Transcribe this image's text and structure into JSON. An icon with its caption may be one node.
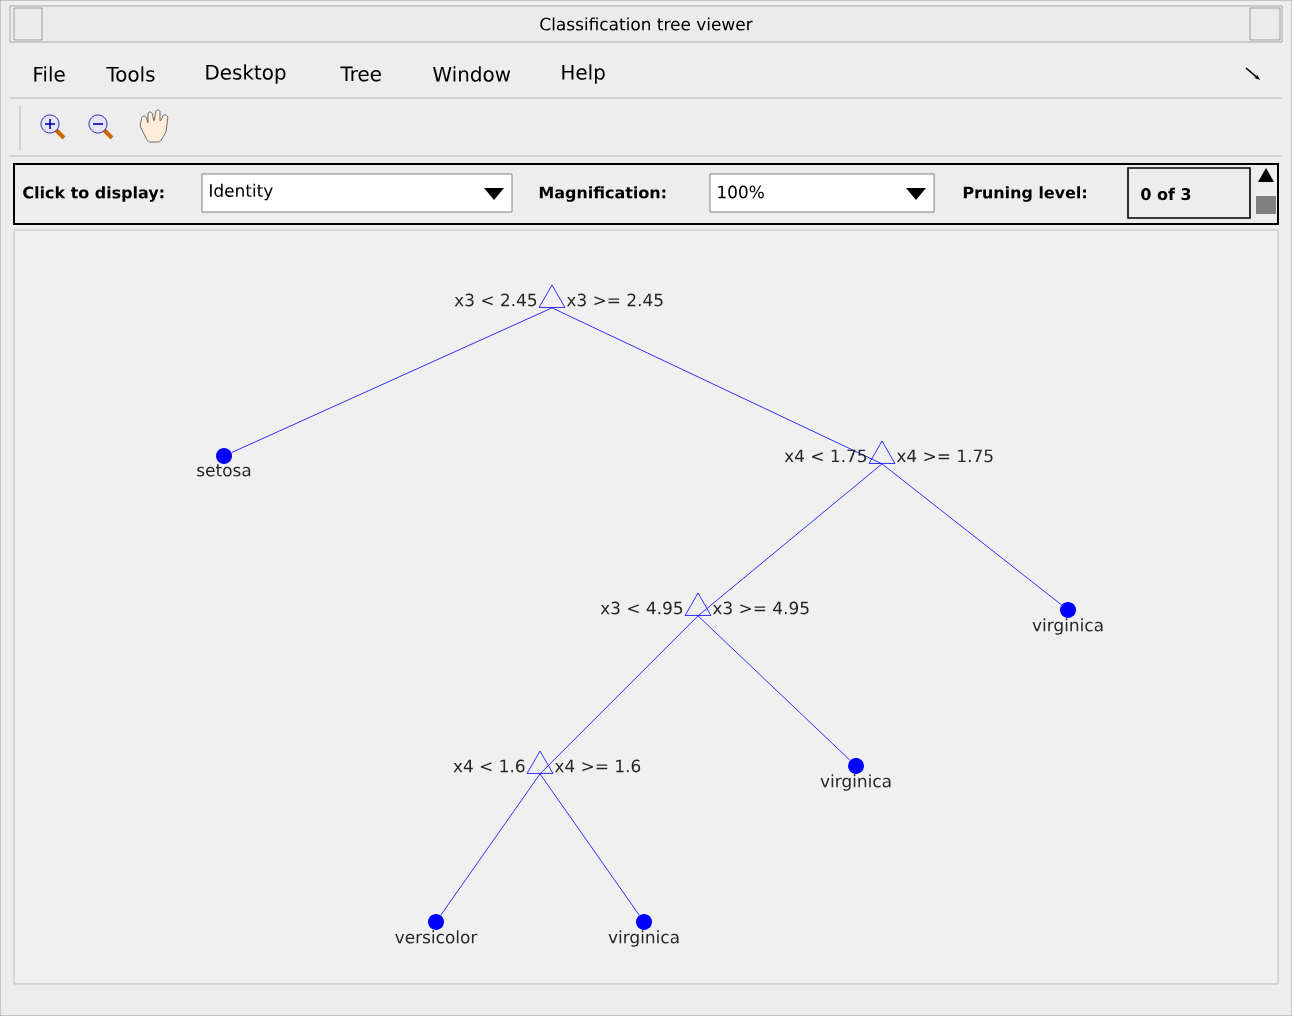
{
  "diagram": {
    "title": "Classification tree viewer",
    "nodes": [
      {
        "text": [],
        "shape": "triangle",
        "beside": [
          "x3 < 2.45",
          "x3 >= 2.45"
        ]
      },
      {
        "text": [],
        "shape": "circle",
        "beside": [
          "setosa"
        ]
      },
      {
        "text": [],
        "shape": "triangle",
        "beside": [
          "x4 < 1.75",
          "x4 >= 1.75"
        ]
      },
      {
        "text": [],
        "shape": "triangle",
        "beside": [
          "x3 < 4.95",
          "x3 >= 4.95"
        ]
      },
      {
        "text": [],
        "shape": "circle",
        "beside": [
          "virginica"
        ]
      },
      {
        "text": [],
        "shape": "triangle",
        "beside": [
          "x4 < 1.6",
          "x4 >= 1.6"
        ]
      },
      {
        "text": [],
        "shape": "circle",
        "beside": [
          "virginica"
        ]
      },
      {
        "text": [],
        "shape": "circle",
        "beside": [
          "versicolor"
        ]
      },
      {
        "text": [],
        "shape": "circle",
        "beside": [
          "virginica"
        ]
      }
    ],
    "edges": [
      {
        "from": 0,
        "to": 1,
        "arrow": "none"
      },
      {
        "from": 0,
        "to": 2,
        "arrow": "none"
      },
      {
        "from": 2,
        "to": 3,
        "arrow": "none"
      },
      {
        "from": 2,
        "to": 4,
        "arrow": "none"
      },
      {
        "from": 3,
        "to": 5,
        "arrow": "none"
      },
      {
        "from": 3,
        "to": 6,
        "arrow": "none"
      },
      {
        "from": 5,
        "to": 7,
        "arrow": "none"
      },
      {
        "from": 5,
        "to": 8,
        "arrow": "none"
      }
    ],
    "labels": [
      "File",
      "Tools",
      "Desktop",
      "Tree",
      "Window",
      "Help",
      "Click to display:",
      "Identity",
      "Magnification:",
      "100%",
      "Pruning level:",
      "0 of 3"
    ]
  }
}
